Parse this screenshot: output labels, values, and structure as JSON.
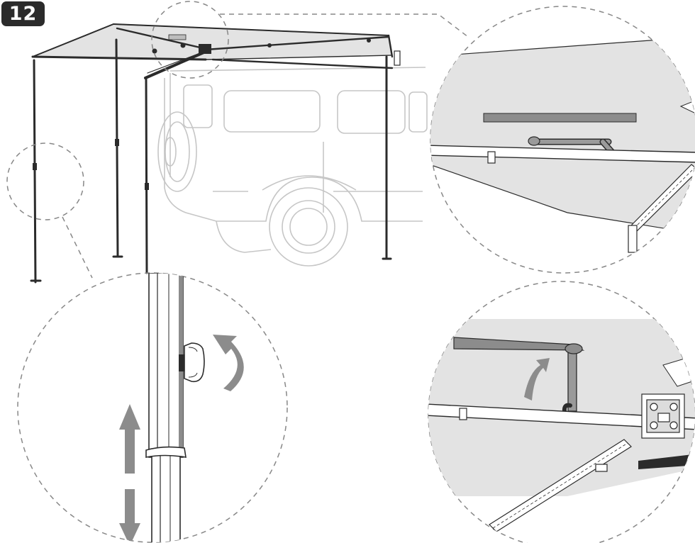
{
  "step": {
    "number": "12"
  },
  "colors": {
    "line": "#2b2b2b",
    "ghost_vehicle": "#c4c4c4",
    "canopy_fill": "#e3e3e3",
    "arrow_fill": "#8c8c8c",
    "callout_dash": "#888888"
  },
  "callouts": [
    {
      "name": "leg-height-adjust",
      "icons": [
        "rotate-arrow-icon",
        "up-arrow-icon",
        "down-arrow-icon"
      ]
    },
    {
      "name": "awning-support-arm-stowed",
      "icons": [
        "support-arm-icon"
      ]
    },
    {
      "name": "awning-support-arm-raised",
      "icons": [
        "curved-up-arrow-icon",
        "support-arm-icon"
      ]
    }
  ]
}
